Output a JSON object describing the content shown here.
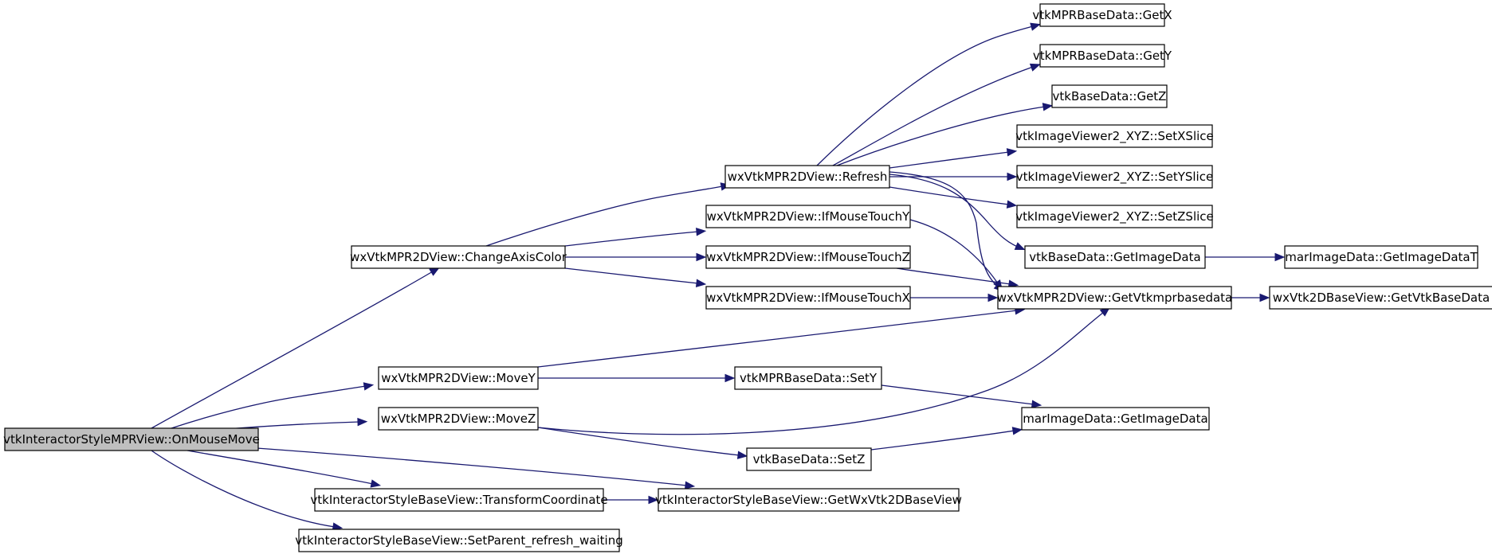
{
  "graph": {
    "colors": {
      "edge": "#191970",
      "root_fill": "#bfbfbf",
      "node_fill": "#ffffff",
      "node_border": "#000000"
    },
    "nodes": [
      {
        "id": "onmousemove",
        "label": "vtkInteractorStyleMPRView::OnMouseMove",
        "root": true
      },
      {
        "id": "changeaxiscolor",
        "label": "wxVtkMPR2DView::ChangeAxisColor"
      },
      {
        "id": "movey",
        "label": "wxVtkMPR2DView::MoveY"
      },
      {
        "id": "movez",
        "label": "wxVtkMPR2DView::MoveZ"
      },
      {
        "id": "transformcoordinate",
        "label": "vtkInteractorStyleBaseView::TransformCoordinate"
      },
      {
        "id": "setparent",
        "label": "vtkInteractorStyleBaseView::SetParent_refresh_waiting"
      },
      {
        "id": "refresh",
        "label": "wxVtkMPR2DView::Refresh"
      },
      {
        "id": "ifmousetouchy",
        "label": "wxVtkMPR2DView::IfMouseTouchY"
      },
      {
        "id": "ifmousetouchz",
        "label": "wxVtkMPR2DView::IfMouseTouchZ"
      },
      {
        "id": "ifmousetouchx",
        "label": "wxVtkMPR2DView::IfMouseTouchX"
      },
      {
        "id": "mpr_sety",
        "label": "vtkMPRBaseData::SetY"
      },
      {
        "id": "base_setz",
        "label": "vtkBaseData::SetZ"
      },
      {
        "id": "getwxvtk2dbaseview",
        "label": "vtkInteractorStyleBaseView::GetWxVtk2DBaseView"
      },
      {
        "id": "mpr_getx",
        "label": "vtkMPRBaseData::GetX"
      },
      {
        "id": "mpr_gety",
        "label": "vtkMPRBaseData::GetY"
      },
      {
        "id": "base_getz",
        "label": "vtkBaseData::GetZ"
      },
      {
        "id": "setxslice",
        "label": "vtkImageViewer2_XYZ::SetXSlice"
      },
      {
        "id": "setyslice",
        "label": "vtkImageViewer2_XYZ::SetYSlice"
      },
      {
        "id": "setzslice",
        "label": "vtkImageViewer2_XYZ::SetZSlice"
      },
      {
        "id": "base_getimagedata",
        "label": "vtkBaseData::GetImageData"
      },
      {
        "id": "getvtkmprbasedata",
        "label": "wxVtkMPR2DView::GetVtkmprbasedata"
      },
      {
        "id": "mar_getimagedata",
        "label": "marImageData::GetImageData"
      },
      {
        "id": "mar_getimagedatat",
        "label": "marImageData::GetImageDataT"
      },
      {
        "id": "getvtkbasedata",
        "label": "wxVtk2DBaseView::GetVtkBaseData"
      }
    ],
    "edges": [
      {
        "from": "onmousemove",
        "to": "changeaxiscolor"
      },
      {
        "from": "onmousemove",
        "to": "movey"
      },
      {
        "from": "onmousemove",
        "to": "movez"
      },
      {
        "from": "onmousemove",
        "to": "getwxvtk2dbaseview"
      },
      {
        "from": "onmousemove",
        "to": "transformcoordinate"
      },
      {
        "from": "onmousemove",
        "to": "setparent"
      },
      {
        "from": "changeaxiscolor",
        "to": "refresh"
      },
      {
        "from": "changeaxiscolor",
        "to": "ifmousetouchy"
      },
      {
        "from": "changeaxiscolor",
        "to": "ifmousetouchz"
      },
      {
        "from": "changeaxiscolor",
        "to": "ifmousetouchx"
      },
      {
        "from": "refresh",
        "to": "mpr_getx"
      },
      {
        "from": "refresh",
        "to": "mpr_gety"
      },
      {
        "from": "refresh",
        "to": "base_getz"
      },
      {
        "from": "refresh",
        "to": "setxslice"
      },
      {
        "from": "refresh",
        "to": "setyslice"
      },
      {
        "from": "refresh",
        "to": "setzslice"
      },
      {
        "from": "refresh",
        "to": "base_getimagedata"
      },
      {
        "from": "refresh",
        "to": "getvtkmprbasedata"
      },
      {
        "from": "ifmousetouchy",
        "to": "getvtkmprbasedata"
      },
      {
        "from": "ifmousetouchz",
        "to": "getvtkmprbasedata"
      },
      {
        "from": "ifmousetouchx",
        "to": "getvtkmprbasedata"
      },
      {
        "from": "base_getimagedata",
        "to": "mar_getimagedatat"
      },
      {
        "from": "getvtkmprbasedata",
        "to": "getvtkbasedata"
      },
      {
        "from": "movey",
        "to": "getvtkmprbasedata"
      },
      {
        "from": "movey",
        "to": "mpr_sety"
      },
      {
        "from": "movez",
        "to": "getvtkmprbasedata"
      },
      {
        "from": "movez",
        "to": "base_setz"
      },
      {
        "from": "mpr_sety",
        "to": "mar_getimagedata"
      },
      {
        "from": "base_setz",
        "to": "mar_getimagedata"
      },
      {
        "from": "transformcoordinate",
        "to": "getwxvtk2dbaseview"
      }
    ]
  }
}
